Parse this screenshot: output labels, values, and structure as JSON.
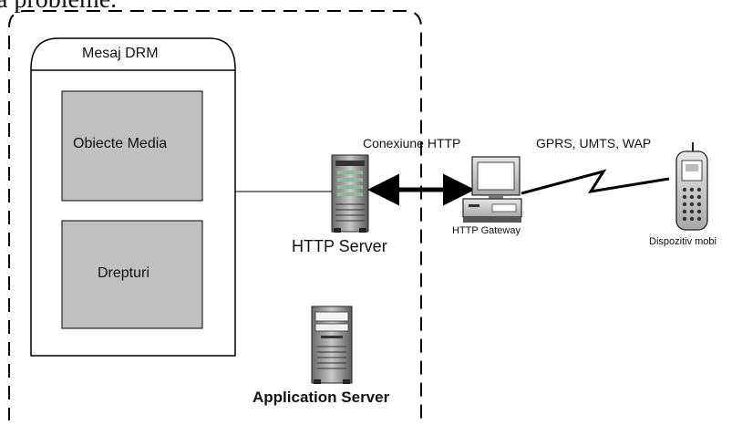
{
  "top_text": "a probleme.",
  "drm_box": {
    "title": "Mesaj DRM",
    "media_label": "Obiecte Media",
    "rights_label": "Drepturi"
  },
  "http_server_label": "HTTP Server",
  "application_server_label": "Application Server",
  "connection_label": "Conexiune HTTP",
  "gateway_label": "HTTP Gateway",
  "wireless_label": "GPRS, UMTS, WAP",
  "mobile_label": "Dispozitiv mobi",
  "colors": {
    "inner_box_fill": "#c0c0c0",
    "outline": "#000000",
    "background": "#ffffff"
  }
}
